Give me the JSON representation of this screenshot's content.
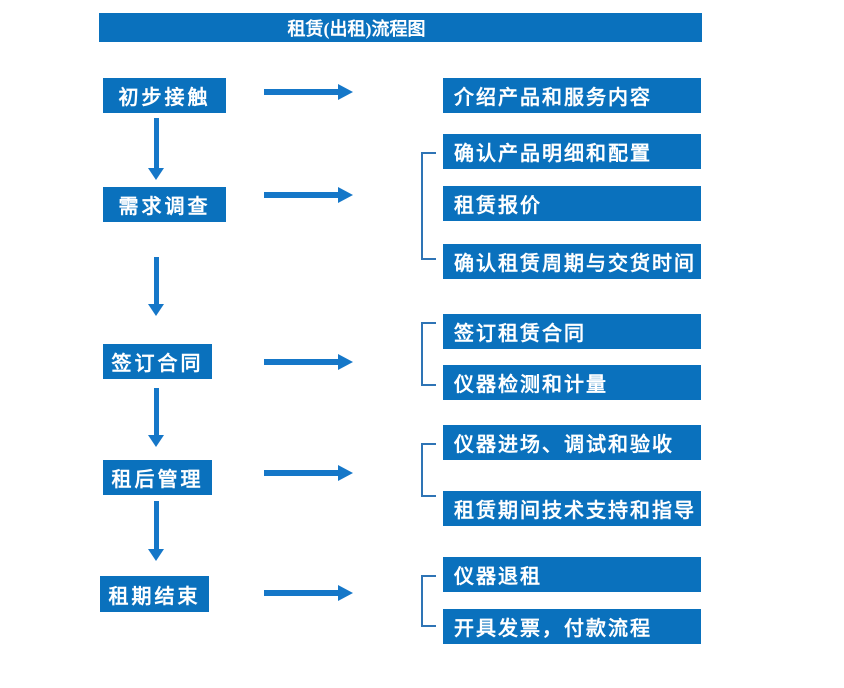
{
  "title": "租赁(出租)流程图",
  "colors": {
    "box_blue": "#0a71bd",
    "arrow_blue": "#1577c8",
    "bracket_blue": "#2e74b5",
    "text_white": "#ffffff",
    "background": "#ffffff"
  },
  "steps": [
    {
      "label": "初步接触",
      "substeps": [
        "介绍产品和服务内容"
      ]
    },
    {
      "label": "需求调查",
      "substeps": [
        "确认产品明细和配置",
        "租赁报价",
        "确认租赁周期与交货时间"
      ]
    },
    {
      "label": "签订合同",
      "substeps": [
        "签订租赁合同",
        "仪器检测和计量"
      ]
    },
    {
      "label": "租后管理",
      "substeps": [
        "仪器进场、调试和验收",
        "租赁期间技术支持和指导"
      ]
    },
    {
      "label": "租期结束",
      "substeps": [
        "仪器退租",
        "开具发票，付款流程"
      ]
    }
  ]
}
